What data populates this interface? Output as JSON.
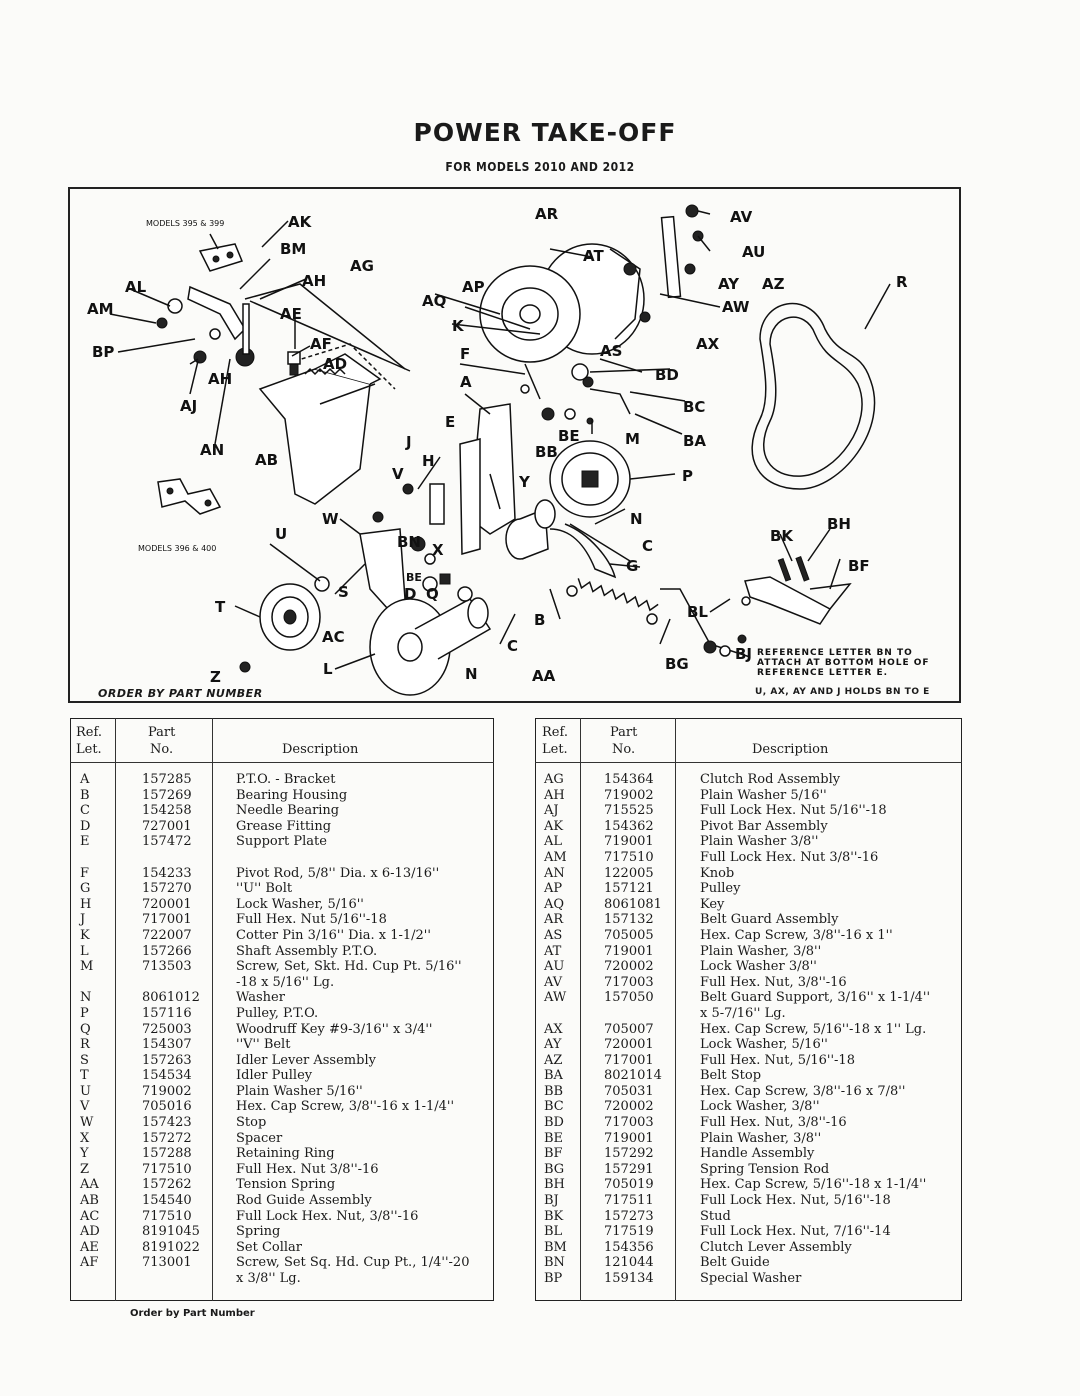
{
  "title": "POWER TAKE-OFF",
  "subtitle": "FOR MODELS 2010 AND 2012",
  "diagram": {
    "models_top": "MODELS 395 & 399",
    "models_bottom": "MODELS 396 & 400",
    "order_note": "ORDER BY PART NUMBER",
    "reference_note_1": "REFERENCE LETTER BN TO",
    "reference_note_2": "ATTACH AT BOTTOM HOLE OF",
    "reference_note_3": "REFERENCE LETTER E.",
    "holds_note": "U, AX, AY AND J HOLDS BN TO E",
    "labels": [
      "AK",
      "BM",
      "AG",
      "AH",
      "AL",
      "AM",
      "AE",
      "AF",
      "AD",
      "BP",
      "AH",
      "AJ",
      "AN",
      "AB",
      "AR",
      "AT",
      "AP",
      "AQ",
      "K",
      "F",
      "A",
      "AS",
      "E",
      "J",
      "H",
      "V",
      "W",
      "BN",
      "X",
      "BE",
      "U",
      "S",
      "D",
      "Q",
      "T",
      "AC",
      "L",
      "Z",
      "N",
      "C",
      "AA",
      "B",
      "G",
      "P",
      "BB",
      "BE",
      "M",
      "BA",
      "BC",
      "BD",
      "AX",
      "AV",
      "AU",
      "AY",
      "AZ",
      "AW",
      "R",
      "BK",
      "BH",
      "BF",
      "BL",
      "BG",
      "BJ",
      "Y",
      "N",
      "C"
    ]
  },
  "table_headers": {
    "ref": "Ref.",
    "let": "Let.",
    "part": "Part",
    "no": "No.",
    "description": "Description"
  },
  "left_rows": [
    {
      "ref": "A",
      "part": "157285",
      "desc": "P.T.O. - Bracket"
    },
    {
      "ref": "B",
      "part": "157269",
      "desc": "Bearing Housing"
    },
    {
      "ref": "C",
      "part": "154258",
      "desc": "Needle Bearing"
    },
    {
      "ref": "D",
      "part": "727001",
      "desc": "Grease Fitting"
    },
    {
      "ref": "E",
      "part": "157472",
      "desc": "Support  Plate"
    },
    {
      "gap": true
    },
    {
      "ref": "F",
      "part": "154233",
      "desc": "Pivot Rod, 5/8'' Dia. x 6-13/16''"
    },
    {
      "ref": "G",
      "part": "157270",
      "desc": "''U'' Bolt"
    },
    {
      "ref": "H",
      "part": "720001",
      "desc": "Lock Washer, 5/16''"
    },
    {
      "ref": "J",
      "part": "717001",
      "desc": "Full Hex. Nut 5/16''-18"
    },
    {
      "ref": "K",
      "part": "722007",
      "desc": "Cotter Pin 3/16'' Dia. x 1-1/2''"
    },
    {
      "ref": "L",
      "part": "157266",
      "desc": "Shaft Assembly P.T.O."
    },
    {
      "ref": "M",
      "part": "713503",
      "desc": "Screw, Set, Skt. Hd. Cup Pt. 5/16''"
    },
    {
      "ref": "",
      "part": "",
      "desc": "-18 x 5/16'' Lg."
    },
    {
      "ref": "N",
      "part": "8061012",
      "desc": "Washer"
    },
    {
      "ref": "P",
      "part": "157116",
      "desc": "Pulley, P.T.O."
    },
    {
      "ref": "Q",
      "part": "725003",
      "desc": "Woodruff Key #9-3/16'' x 3/4''"
    },
    {
      "ref": "R",
      "part": "154307",
      "desc": "''V'' Belt"
    },
    {
      "ref": "S",
      "part": "157263",
      "desc": "Idler Lever Assembly"
    },
    {
      "ref": "T",
      "part": "154534",
      "desc": "Idler Pulley"
    },
    {
      "ref": "U",
      "part": "719002",
      "desc": "Plain Washer 5/16''"
    },
    {
      "ref": "V",
      "part": "705016",
      "desc": "Hex. Cap Screw, 3/8''-16 x 1-1/4''"
    },
    {
      "ref": "W",
      "part": "157423",
      "desc": "Stop"
    },
    {
      "ref": "X",
      "part": "157272",
      "desc": "Spacer"
    },
    {
      "ref": "Y",
      "part": "157288",
      "desc": "Retaining Ring"
    },
    {
      "ref": "Z",
      "part": "717510",
      "desc": "Full Hex. Nut 3/8''-16"
    },
    {
      "ref": "AA",
      "part": "157262",
      "desc": "Tension Spring"
    },
    {
      "ref": "AB",
      "part": "154540",
      "desc": "Rod Guide Assembly"
    },
    {
      "ref": "AC",
      "part": "717510",
      "desc": "Full Lock Hex. Nut, 3/8''-16"
    },
    {
      "ref": "AD",
      "part": "8191045",
      "desc": "Spring"
    },
    {
      "ref": "AE",
      "part": "8191022",
      "desc": "Set Collar"
    },
    {
      "ref": "AF",
      "part": "713001",
      "desc": "Screw, Set Sq. Hd. Cup Pt., 1/4''-20"
    },
    {
      "ref": "",
      "part": "",
      "desc": "x 3/8'' Lg."
    }
  ],
  "right_rows": [
    {
      "ref": "AG",
      "part": "154364",
      "desc": "Clutch Rod Assembly"
    },
    {
      "ref": "AH",
      "part": "719002",
      "desc": "Plain Washer 5/16''"
    },
    {
      "ref": "AJ",
      "part": "715525",
      "desc": "Full Lock Hex. Nut  5/16''-18"
    },
    {
      "ref": "AK",
      "part": "154362",
      "desc": "Pivot Bar Assembly"
    },
    {
      "ref": "AL",
      "part": "719001",
      "desc": "Plain Washer 3/8''"
    },
    {
      "ref": "AM",
      "part": "717510",
      "desc": "Full Lock Hex. Nut 3/8''-16"
    },
    {
      "ref": "AN",
      "part": "122005",
      "desc": "Knob"
    },
    {
      "ref": "AP",
      "part": "157121",
      "desc": "Pulley"
    },
    {
      "ref": "AQ",
      "part": "8061081",
      "desc": "Key"
    },
    {
      "ref": "AR",
      "part": "157132",
      "desc": "Belt Guard Assembly"
    },
    {
      "ref": "AS",
      "part": "705005",
      "desc": "Hex.  Cap  Screw,  3/8''-16  x  1''"
    },
    {
      "ref": "AT",
      "part": "719001",
      "desc": "Plain Washer, 3/8''"
    },
    {
      "ref": "AU",
      "part": "720002",
      "desc": "Lock Washer 3/8''"
    },
    {
      "ref": "AV",
      "part": "717003",
      "desc": "Full Hex. Nut, 3/8''-16"
    },
    {
      "ref": "AW",
      "part": "157050",
      "desc": "Belt Guard Support, 3/16'' x 1-1/4''"
    },
    {
      "ref": "",
      "part": "",
      "desc": "x 5-7/16'' Lg."
    },
    {
      "ref": "AX",
      "part": "705007",
      "desc": "Hex. Cap Screw, 5/16''-18 x 1'' Lg."
    },
    {
      "ref": "AY",
      "part": "720001",
      "desc": "Lock Washer, 5/16''"
    },
    {
      "ref": "AZ",
      "part": "717001",
      "desc": "Full Hex. Nut, 5/16''-18"
    },
    {
      "ref": "BA",
      "part": "8021014",
      "desc": "Belt Stop"
    },
    {
      "ref": "BB",
      "part": "705031",
      "desc": "Hex. Cap Screw, 3/8''-16 x 7/8''"
    },
    {
      "ref": "BC",
      "part": "720002",
      "desc": "Lock Washer, 3/8''"
    },
    {
      "ref": "BD",
      "part": "717003",
      "desc": "Full Hex. Nut, 3/8''-16"
    },
    {
      "ref": "BE",
      "part": "719001",
      "desc": "Plain Washer, 3/8''"
    },
    {
      "ref": "BF",
      "part": "157292",
      "desc": "Handle Assembly"
    },
    {
      "ref": "BG",
      "part": "157291",
      "desc": "Spring Tension Rod"
    },
    {
      "ref": "BH",
      "part": "705019",
      "desc": "Hex. Cap Screw, 5/16''-18 x 1-1/4''"
    },
    {
      "ref": "BJ",
      "part": "717511",
      "desc": "Full Lock Hex. Nut, 5/16''-18"
    },
    {
      "ref": "BK",
      "part": "157273",
      "desc": "Stud"
    },
    {
      "ref": "BL",
      "part": "717519",
      "desc": "Full  Lock  Hex.  Nut,  7/16''-14"
    },
    {
      "ref": "BM",
      "part": "154356",
      "desc": "Clutch Lever Assembly"
    },
    {
      "ref": "BN",
      "part": "121044",
      "desc": "Belt Guide"
    },
    {
      "ref": "BP",
      "part": "159134",
      "desc": "Special Washer"
    }
  ],
  "footer": "Order by Part Number"
}
